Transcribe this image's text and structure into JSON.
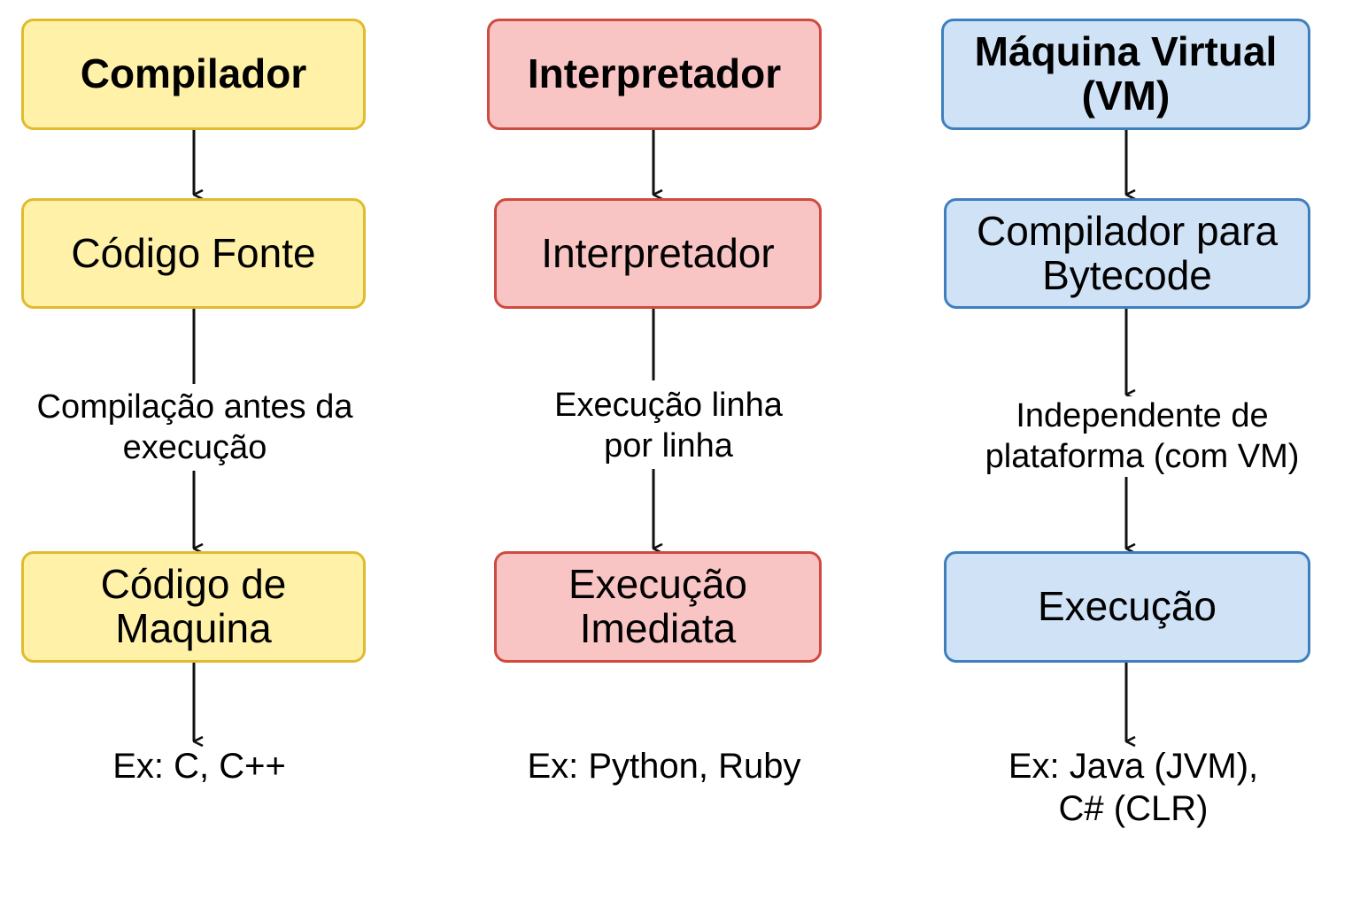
{
  "columns": [
    {
      "title": "Compilador",
      "step1": "Código Fonte",
      "note": "Compilação antes da execução",
      "step2": "Código de Maquina",
      "example": "Ex: C, C++"
    },
    {
      "title": "Interpretador",
      "step1": "Interpretador",
      "note": "Execução linha por linha",
      "step2": "Execução Imediata",
      "example": "Ex: Python, Ruby"
    },
    {
      "title": "Máquina Virtual (VM)",
      "step1": "Compilador para Bytecode",
      "note": "Independente de plataforma (com VM)",
      "step2": "Execução",
      "example": "Ex: Java (JVM), C# (CLR)"
    }
  ],
  "colors": {
    "compilador_fill": "#fff2a8",
    "compilador_border": "#e0bb2f",
    "interpretador_fill": "#f9c4c4",
    "interpretador_border": "#cf4a3f",
    "vm_fill": "#cfe2f6",
    "vm_border": "#3f7fbd",
    "arrow": "#111111"
  }
}
